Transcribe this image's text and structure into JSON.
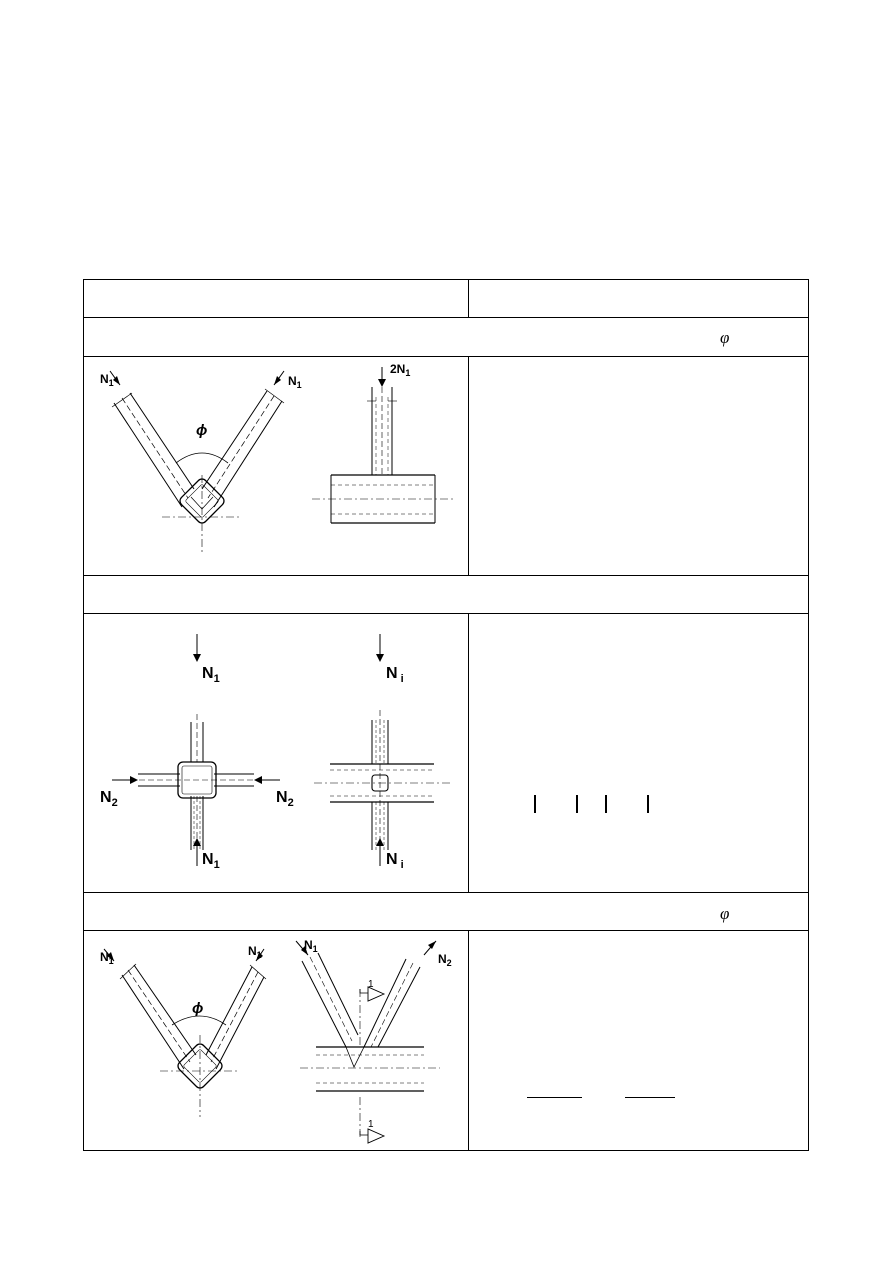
{
  "table": {
    "sections": [
      {
        "header_symbol": "φ",
        "figures": [
          {
            "labels": {
              "load_left": "N",
              "load_left_sub": "1",
              "load_right": "N",
              "load_right_sub": "1",
              "angle": "ϕ"
            }
          },
          {
            "labels": {
              "load": "2N",
              "load_sub": "1"
            }
          }
        ]
      },
      {
        "figures": [
          {
            "labels": {
              "top": "N",
              "top_sub": "1",
              "bottom": "N",
              "bottom_sub": "1",
              "left": "N",
              "left_sub": "2",
              "right": "N",
              "right_sub": "2"
            }
          },
          {
            "labels": {
              "top": "N",
              "top_sub": "i",
              "bottom": "N",
              "bottom_sub": "i"
            }
          }
        ]
      },
      {
        "header_symbol": "φ",
        "figures": [
          {
            "labels": {
              "load_left": "N",
              "load_left_sub": "1",
              "load_right": "N",
              "load_right_sub": "1",
              "angle": "ϕ"
            }
          },
          {
            "labels": {
              "load_left": "N",
              "load_left_sub": "1",
              "load_right": "N",
              "load_right_sub": "2",
              "section_mark": "1"
            }
          }
        ]
      }
    ]
  }
}
